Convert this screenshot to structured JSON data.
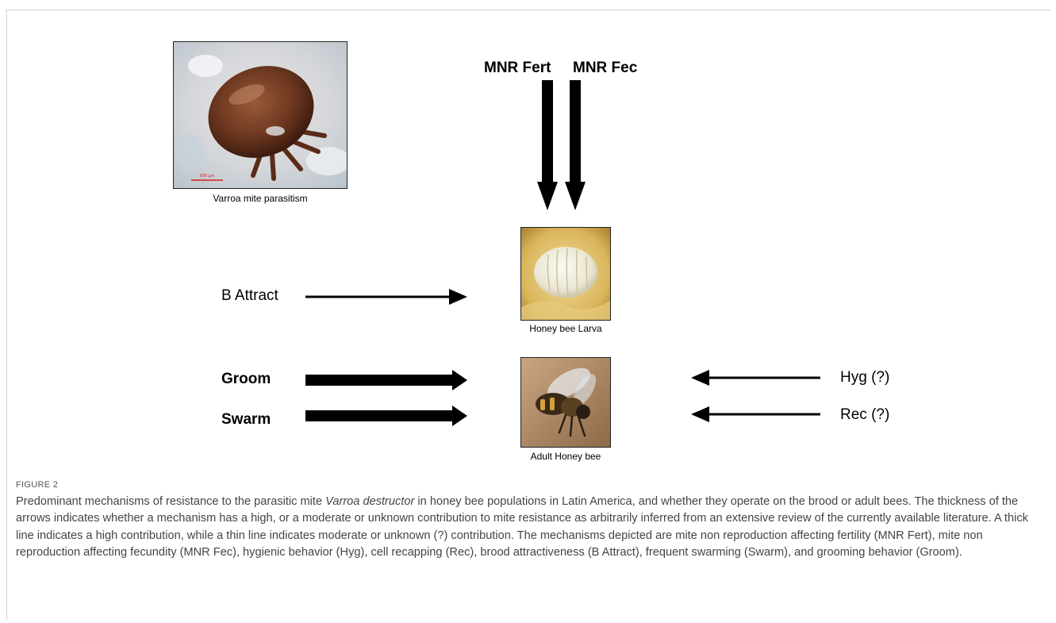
{
  "figure": {
    "photos": {
      "mite_caption": "Varroa mite parasitism",
      "scale_bar_text": "500 µm",
      "larva_caption": "Honey bee Larva",
      "adult_caption": "Adult Honey bee"
    },
    "mechanisms": {
      "mnr_fert": "MNR Fert",
      "mnr_fec": "MNR Fec",
      "b_attract": "B Attract",
      "groom": "Groom",
      "swarm": "Swarm",
      "hyg": "Hyg (?)",
      "rec": "Rec (?)"
    }
  },
  "caption": {
    "label": "FIGURE 2",
    "text_1": "Predominant mechanisms of resistance to the parasitic mite ",
    "species": "Varroa destructor",
    "text_2": " in honey bee populations in Latin America, and whether they operate on the brood or adult bees. The thickness of the arrows indicates whether a mechanism has a high, or a moderate or unknown contribution to mite resistance as arbitrarily inferred from an extensive review of the currently available literature. A thick line indicates a high contribution, while a thin line indicates moderate or unknown (?) contribution. The mechanisms depicted are mite non reproduction affecting fertility (MNR Fert), mite non reproduction affecting fecundity (MNR Fec), hygienic behavior (Hyg), cell recapping (Rec), brood attractiveness (B Attract), frequent swarming (Swarm), and grooming behavior (Groom)."
  }
}
